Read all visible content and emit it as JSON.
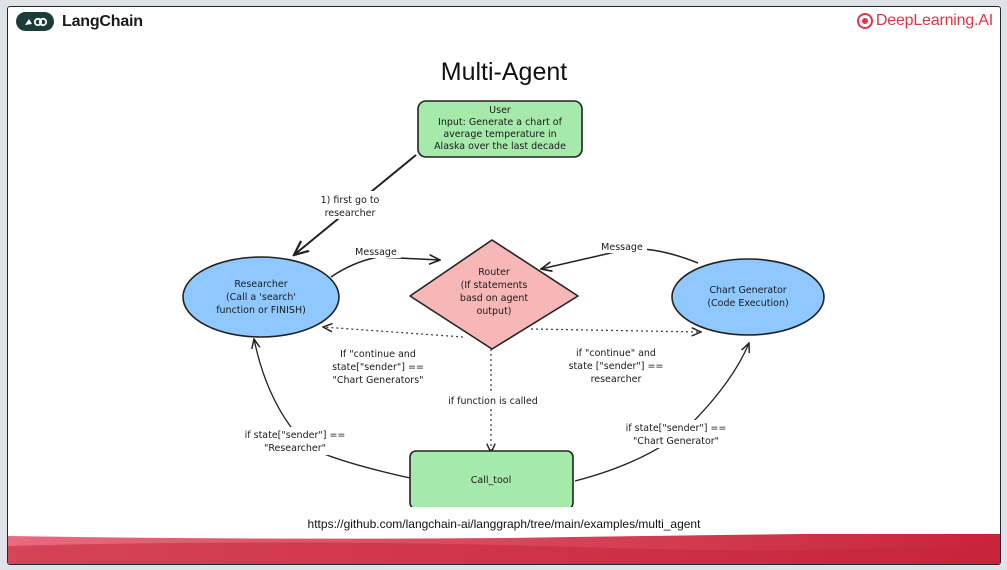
{
  "brand_left": {
    "name": "LangChain",
    "icon": "parrot-link-icon"
  },
  "brand_right": {
    "name": "DeepLearning.AI",
    "icon": "dl-ai-icon",
    "color": "#e0344a"
  },
  "title": "Multi-Agent",
  "nodes": {
    "user": {
      "lines": [
        "User",
        "Input: Generate a chart of",
        "average temperature in",
        "Alaska over the last decade"
      ],
      "color": "#a6eaab"
    },
    "researcher": {
      "lines": [
        "Researcher",
        "(Call a 'search'",
        "function or FINISH)"
      ],
      "color": "#8ec8ff"
    },
    "router": {
      "lines": [
        "Router",
        "(If statements",
        "basd on agent",
        "output)"
      ],
      "color": "#f6b7b6"
    },
    "chart_generator": {
      "lines": [
        "Chart Generator",
        "(Code Execution)"
      ],
      "color": "#8ec8ff"
    },
    "call_tool": {
      "lines": [
        "Call_tool"
      ],
      "color": "#a6eaab"
    }
  },
  "edge_labels": {
    "first_go": [
      "1) first go to",
      "researcher"
    ],
    "message_left": [
      "Message"
    ],
    "message_right": [
      "Message"
    ],
    "continue_left": [
      "If \"continue and",
      "state[\"sender\"] ==",
      "\"Chart Generators\""
    ],
    "continue_right": [
      "if \"continue\" and",
      "state [\"sender\"] ==",
      "researcher"
    ],
    "function_called": [
      "if function is called"
    ],
    "sender_researcher": [
      "if state[\"sender\"] ==",
      "\"Researcher\""
    ],
    "sender_chart": [
      "if state[\"sender\"] ==",
      "\"Chart Generator\""
    ]
  },
  "url": "https://github.com/langchain-ai/langgraph/tree/main/examples/multi_agent",
  "footer_colors": [
    "#e86a7e",
    "#c7243a"
  ]
}
